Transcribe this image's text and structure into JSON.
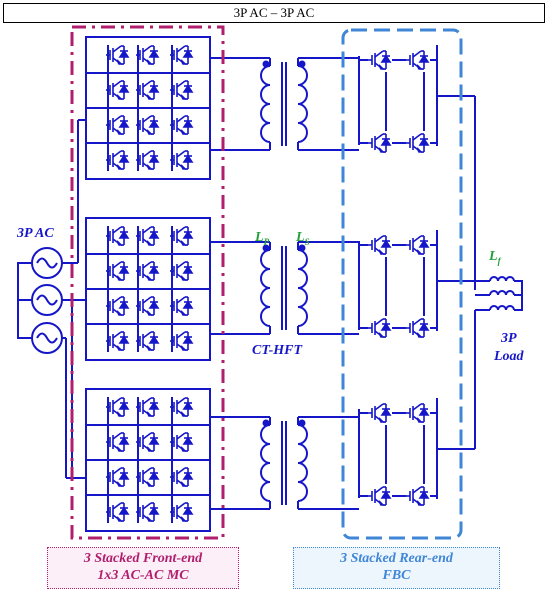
{
  "title": "3P AC – 3P AC",
  "labels": {
    "source": "3P AC",
    "transformer": "CT-HFT",
    "lp_main": "L",
    "lp_sub": "P",
    "ls_main": "L",
    "ls_sub": "S",
    "lf_main": "L",
    "lf_sub": "f",
    "load_line1": "3P",
    "load_line2": "Load"
  },
  "captions": {
    "front_line1": "3 Stacked Front-end",
    "front_line2": "1x3 AC-AC MC",
    "rear_line1": "3 Stacked Rear-end",
    "rear_line2": "FBC"
  },
  "colors": {
    "circuit": "#1616c9",
    "front_group": "#b01e6e",
    "rear_group": "#3f86d6",
    "inductor_label": "#22a03a"
  }
}
